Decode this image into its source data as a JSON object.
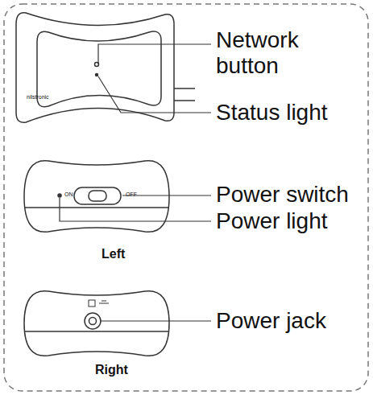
{
  "diagram": {
    "labels": [
      "Network button",
      "Status light",
      "Power switch",
      "Power light",
      "Left",
      "Power jack",
      "Right",
      "ON",
      "OFF",
      "nilstronic"
    ]
  }
}
